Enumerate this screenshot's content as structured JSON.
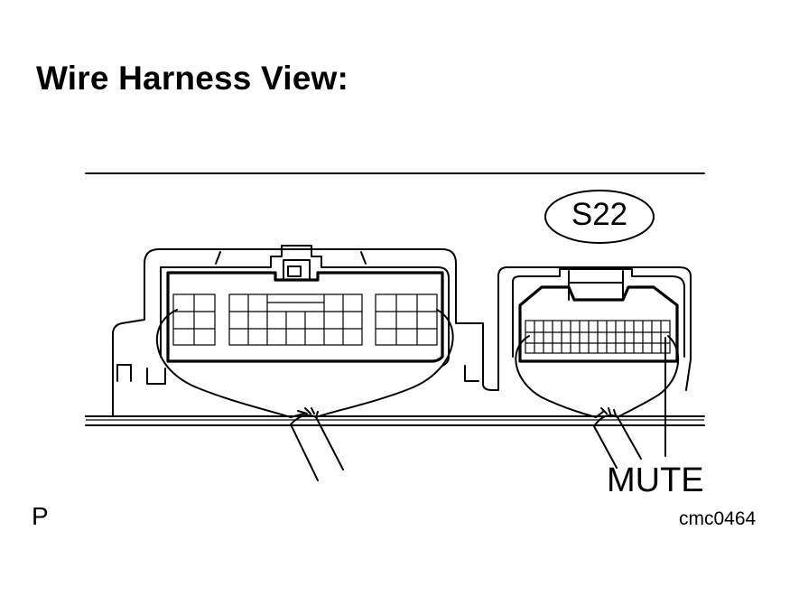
{
  "title": "Wire Harness View:",
  "connector_id": "S22",
  "terminal_label": "MUTE",
  "page_letter": "P",
  "reference_code": "cmc0464",
  "colors": {
    "ink": "#000000",
    "background": "#ffffff"
  }
}
